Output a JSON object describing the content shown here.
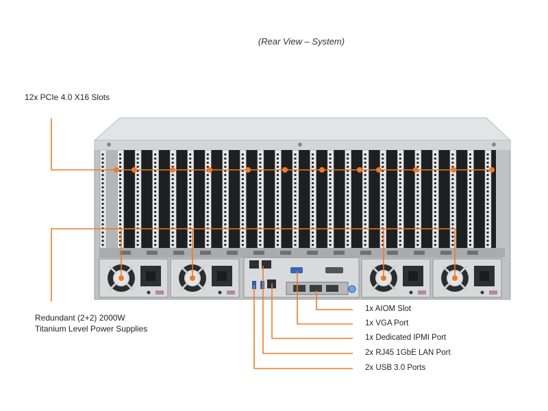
{
  "caption": "(Rear View – System)",
  "callouts": {
    "pcie": "12x PCIe 4.0 X16 Slots",
    "psu_line1": "Redundant (2+2) 2000W",
    "psu_line2": "Titanium Level Power Supplies",
    "ports": [
      "1x AIOM Slot",
      "1x VGA Port",
      "1x Dedicated IPMI Port",
      "2x RJ45  1GbE LAN Port",
      "2x USB 3.0 Ports"
    ]
  },
  "colors": {
    "accent": "#f07a2a",
    "chassis": "#c9cbcd",
    "slot_dark": "#1e1f21"
  },
  "counts": {
    "pcie_slots": 12,
    "power_supplies": 4
  }
}
